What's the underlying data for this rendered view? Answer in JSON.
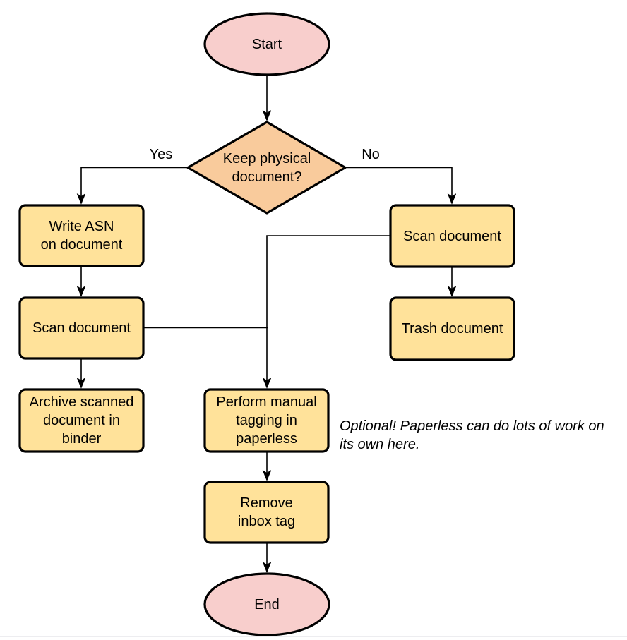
{
  "diagram": {
    "colors": {
      "terminator_fill": "#f8cecc",
      "decision_fill": "#f9cb9c",
      "process_fill": "#ffe29a",
      "stroke": "#000000"
    },
    "nodes": {
      "start": {
        "label": "Start",
        "type": "terminator"
      },
      "decision": {
        "label": "Keep physical\ndocument?",
        "type": "decision"
      },
      "write_asn": {
        "label": "Write ASN\non document",
        "type": "process"
      },
      "scan_left": {
        "label": "Scan document",
        "type": "process"
      },
      "archive": {
        "label": "Archive scanned\ndocument in\nbinder",
        "type": "process"
      },
      "scan_right": {
        "label": "Scan document",
        "type": "process"
      },
      "trash": {
        "label": "Trash document",
        "type": "process"
      },
      "tagging": {
        "label": "Perform manual\ntagging in\npaperless",
        "type": "process"
      },
      "remove_inbox": {
        "label": "Remove\ninbox tag",
        "type": "process"
      },
      "end": {
        "label": "End",
        "type": "terminator"
      }
    },
    "edge_labels": {
      "yes": "Yes",
      "no": "No"
    },
    "annotation": "Optional! Paperless can do lots of work on\nits own here."
  }
}
